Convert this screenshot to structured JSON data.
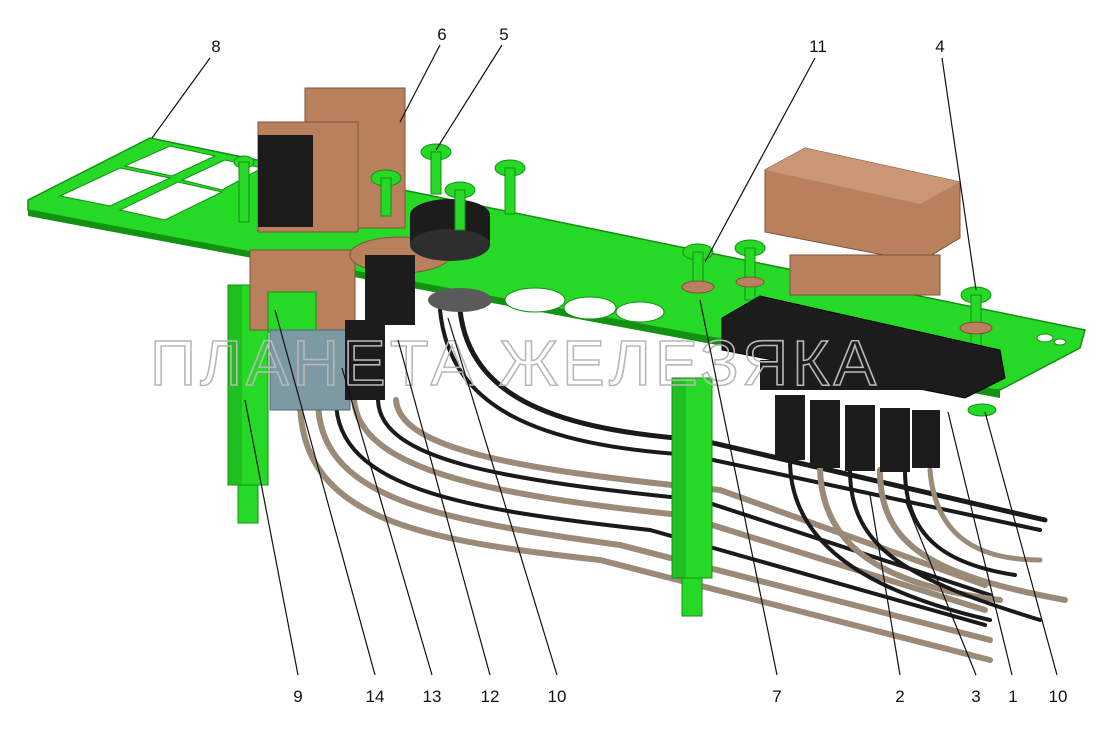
{
  "watermark": "ПЛАНЕТА ЖЕЛЕЗЯКА",
  "colors": {
    "bracket": "#27d927",
    "bracket_dark": "#129112",
    "relay": "#b9805e",
    "relay_dark": "#7e5236",
    "black_part": "#1c1c1c",
    "wire_gray": "#9c8a78",
    "wire_black": "#1a1a1a"
  },
  "callouts": [
    {
      "label": "8"
    },
    {
      "label": "6"
    },
    {
      "label": "5"
    },
    {
      "label": "11"
    },
    {
      "label": "4"
    },
    {
      "label": "9"
    },
    {
      "label": "14"
    },
    {
      "label": "13"
    },
    {
      "label": "12"
    },
    {
      "label": "10"
    },
    {
      "label": "7"
    },
    {
      "label": "2"
    },
    {
      "label": "3"
    },
    {
      "label": "1"
    },
    {
      "label": "10"
    }
  ]
}
